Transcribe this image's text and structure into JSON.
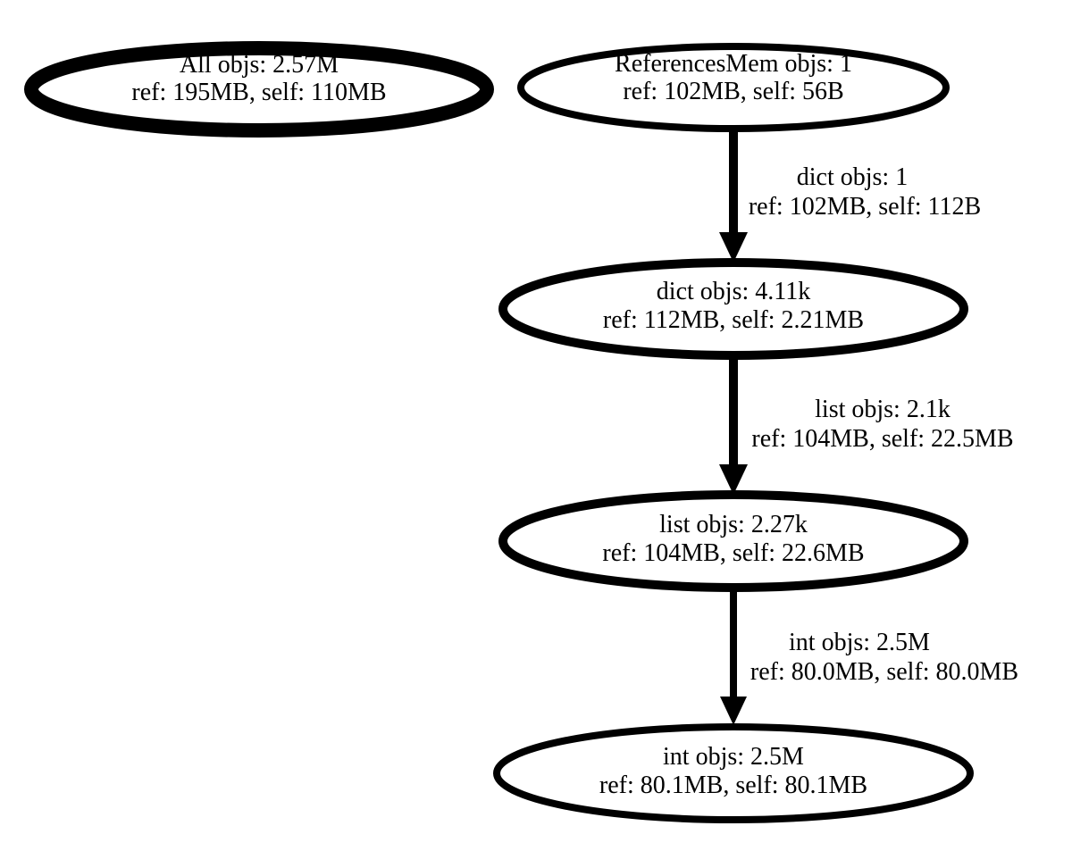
{
  "graph": {
    "nodes": {
      "all": {
        "line1": "All objs: 2.57M",
        "line2": "ref: 195MB, self: 110MB"
      },
      "references_mem": {
        "line1": "ReferencesMem objs: 1",
        "line2": "ref: 102MB, self: 56B"
      },
      "dict": {
        "line1": "dict objs: 4.11k",
        "line2": "ref: 112MB, self: 2.21MB"
      },
      "list": {
        "line1": "list objs: 2.27k",
        "line2": "ref: 104MB, self: 22.6MB"
      },
      "int": {
        "line1": "int objs: 2.5M",
        "line2": "ref: 80.1MB, self: 80.1MB"
      }
    },
    "edges": {
      "references_mem_to_dict": {
        "line1": "dict objs: 1",
        "line2": "ref: 102MB, self: 112B"
      },
      "dict_to_list": {
        "line1": "list objs: 2.1k",
        "line2": "ref: 104MB, self: 22.5MB"
      },
      "list_to_int": {
        "line1": "int objs: 2.5M",
        "line2": "ref: 80.0MB, self: 80.0MB"
      }
    }
  }
}
